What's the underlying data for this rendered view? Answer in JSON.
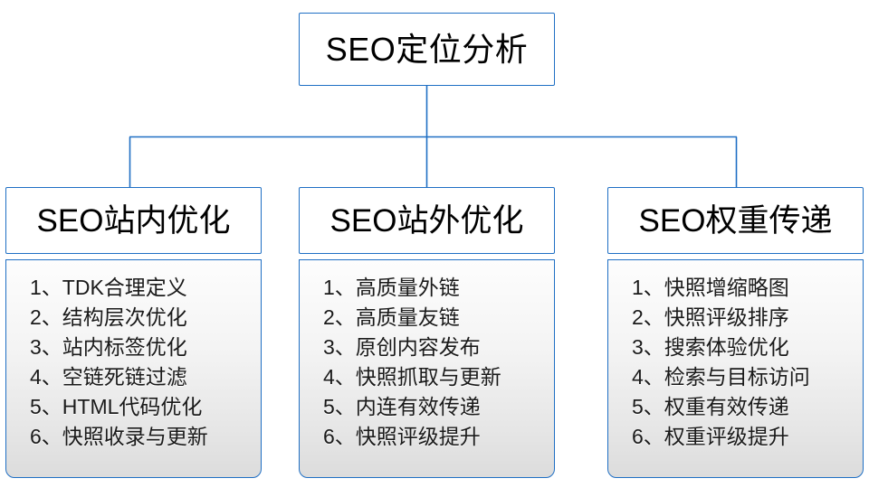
{
  "diagram": {
    "root": {
      "label": "SEO定位分析"
    },
    "columns": [
      {
        "header": "SEO站内优化",
        "items": [
          "1、TDK合理定义",
          "2、结构层次优化",
          "3、站内标签优化",
          "4、空链死链过滤",
          "5、HTML代码优化",
          "6、快照收录与更新"
        ]
      },
      {
        "header": "SEO站外优化",
        "items": [
          "1、高质量外链",
          "2、高质量友链",
          "3、原创内容发布",
          "4、快照抓取与更新",
          "5、内连有效传递",
          "6、快照评级提升"
        ]
      },
      {
        "header": "SEO权重传递",
        "items": [
          "1、快照增缩略图",
          "2、快照评级排序",
          "3、搜索体验优化",
          "4、检索与目标访问",
          "5、权重有效传递",
          "6、权重评级提升"
        ]
      }
    ],
    "colors": {
      "connector": "#1F6FC4",
      "border": "#1F6FC4",
      "node_background": "#ffffff",
      "list_background_top": "#fdfdfd",
      "list_background_bottom": "#dcdcdc",
      "text": "#000000"
    }
  }
}
